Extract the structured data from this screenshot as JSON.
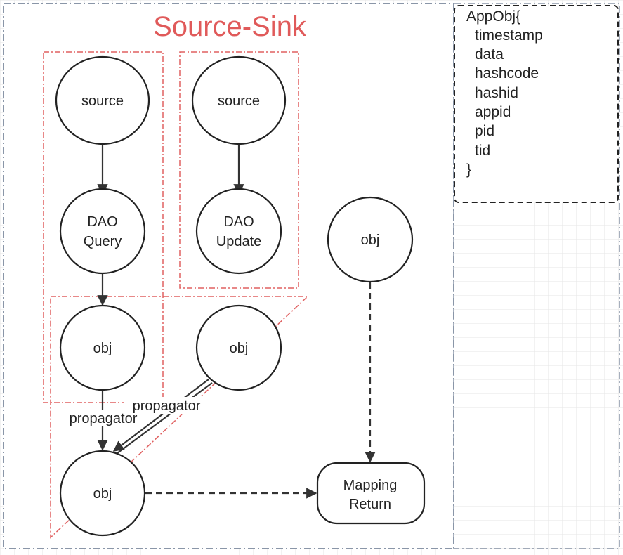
{
  "title": "Source-Sink",
  "colors": {
    "title": "#e05a5a",
    "group_border": "#e06060",
    "frame_border": "#8a96a8",
    "node_stroke": "#222222",
    "edge": "#333333",
    "grid": "#e6e6e6"
  },
  "nodes": {
    "source_query": "source",
    "dao_query_line1": "DAO",
    "dao_query_line2": "Query",
    "obj_query": "obj",
    "source_update": "source",
    "dao_update_line1": "DAO",
    "dao_update_line2": "Update",
    "obj_mid": "obj",
    "obj_right": "obj",
    "obj_bottom": "obj",
    "mapping_line1": "Mapping",
    "mapping_line2": "Return"
  },
  "edge_labels": {
    "propagator_left": "propagator",
    "propagator_right": "propagator"
  },
  "app_obj": {
    "header": "AppObj{",
    "fields": [
      "timestamp",
      "data",
      "hashcode",
      "hashid",
      "appid",
      "pid",
      "tid"
    ],
    "footer": "}"
  }
}
